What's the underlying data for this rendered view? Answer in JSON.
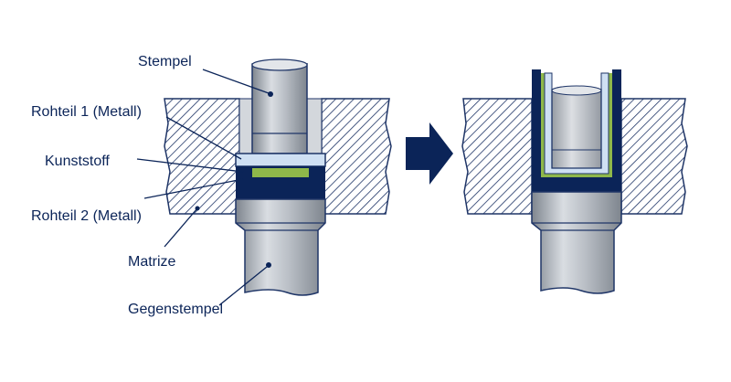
{
  "labels": {
    "stempel": "Stempel",
    "rohteil1": "Rohteil 1 (Metall)",
    "kunststoff": "Kunststoff",
    "rohteil2": "Rohteil 2 (Metall)",
    "matrize": "Matrize",
    "gegenstempel": "Gegenstempel"
  },
  "colors": {
    "navy": "#0b2458",
    "steel_light": "#d9dde2",
    "steel_mid": "#aeb3ba",
    "steel_dark": "#7e858e",
    "plastic": "#8fb84a",
    "sheet_light": "#cfe0f3",
    "hatch": "#1f3567"
  },
  "icons": {
    "arrow": "right-arrow-icon"
  }
}
